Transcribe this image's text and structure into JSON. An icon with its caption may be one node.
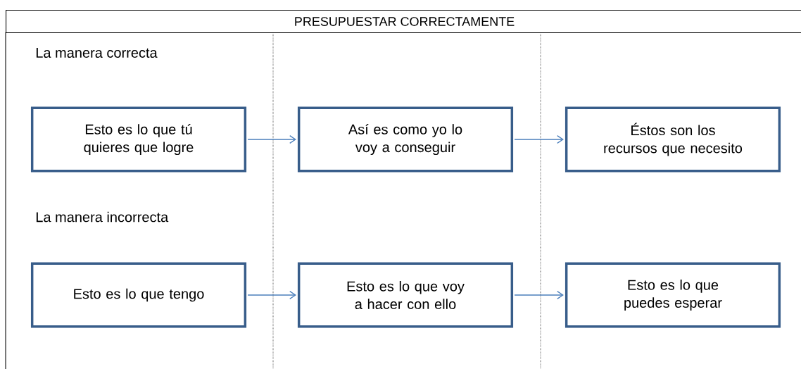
{
  "diagram": {
    "title": "PRESUPUESTAR CORRECTAMENTE",
    "nodes": [
      {
        "text": [
          "Esto es lo que tú quieres que logre"
        ]
      },
      {
        "text": [
          "Así es como yo lo voy a conseguir"
        ]
      },
      {
        "text": [
          "Éstos son los recursos que necesito"
        ]
      },
      {
        "text": [
          "Esto es lo que tengo"
        ]
      },
      {
        "text": [
          "Esto es lo que voy a hacer con ello"
        ]
      },
      {
        "text": [
          "Esto es lo que puedes esperar"
        ]
      }
    ],
    "edges": [
      {
        "from": 0,
        "to": 1,
        "arrow": "to"
      },
      {
        "from": 1,
        "to": 2,
        "arrow": "to"
      },
      {
        "from": 3,
        "to": 4,
        "arrow": "to"
      },
      {
        "from": 4,
        "to": 5,
        "arrow": "to"
      }
    ],
    "labels": [
      "La manera correcta",
      "La manera incorrecta"
    ]
  }
}
